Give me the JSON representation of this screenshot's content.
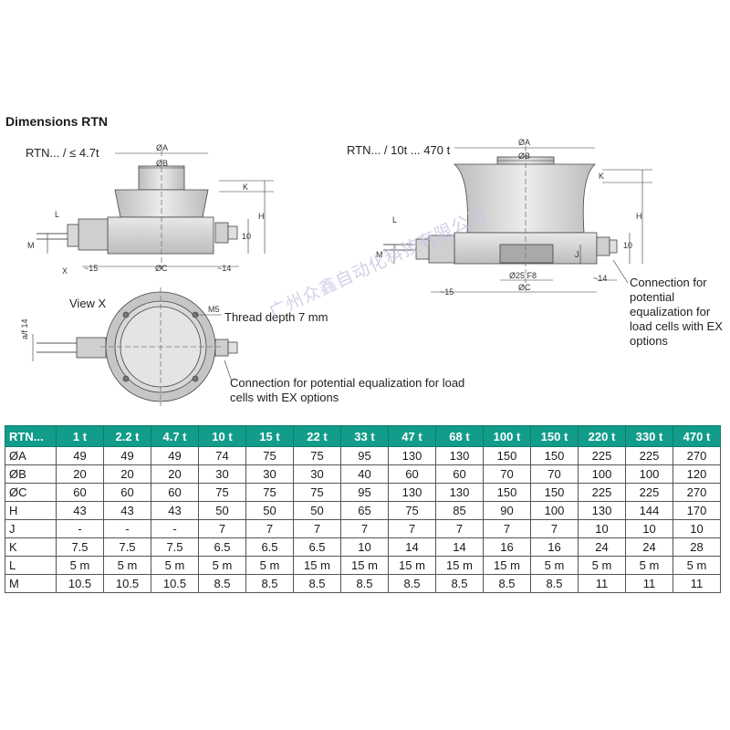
{
  "title": "Dimensions RTN",
  "drawings": {
    "left_label": "RTN... / ≤ 4.7t",
    "right_label": "RTN... / 10t ... 470 t",
    "view_x": "View X",
    "m5": "M5",
    "thread_depth": "Thread depth 7 mm",
    "connection_note_bottom": "Connection for potential equalization for load cells with EX options",
    "connection_note_right": "Connection for potential equalization for load cells with EX options",
    "dims": {
      "a": "ØA",
      "b": "ØB",
      "c": "ØC",
      "k": "K",
      "h": "H",
      "l": "L",
      "m": "M",
      "x": "X",
      "ten": "10",
      "approx15": "~15",
      "approx14": "~14",
      "af14": "a/f 14",
      "j": "J",
      "d25": "Ø25 F8"
    }
  },
  "watermark": "广州众鑫自动化科技有限公司",
  "table": {
    "headers": [
      "RTN...",
      "1 t",
      "2.2 t",
      "4.7 t",
      "10 t",
      "15 t",
      "22 t",
      "33 t",
      "47 t",
      "68 t",
      "100 t",
      "150 t",
      "220 t",
      "330 t",
      "470 t"
    ],
    "rows": [
      [
        "ØA",
        "49",
        "49",
        "49",
        "74",
        "75",
        "75",
        "95",
        "130",
        "130",
        "150",
        "150",
        "225",
        "225",
        "270"
      ],
      [
        "ØB",
        "20",
        "20",
        "20",
        "30",
        "30",
        "30",
        "40",
        "60",
        "60",
        "70",
        "70",
        "100",
        "100",
        "120"
      ],
      [
        "ØC",
        "60",
        "60",
        "60",
        "75",
        "75",
        "75",
        "95",
        "130",
        "130",
        "150",
        "150",
        "225",
        "225",
        "270"
      ],
      [
        "H",
        "43",
        "43",
        "43",
        "50",
        "50",
        "50",
        "65",
        "75",
        "85",
        "90",
        "100",
        "130",
        "144",
        "170"
      ],
      [
        "J",
        "-",
        "-",
        "-",
        "7",
        "7",
        "7",
        "7",
        "7",
        "7",
        "7",
        "7",
        "10",
        "10",
        "10"
      ],
      [
        "K",
        "7.5",
        "7.5",
        "7.5",
        "6.5",
        "6.5",
        "6.5",
        "10",
        "14",
        "14",
        "16",
        "16",
        "24",
        "24",
        "28"
      ],
      [
        "L",
        "5 m",
        "5 m",
        "5 m",
        "5 m",
        "5 m",
        "15 m",
        "15 m",
        "15 m",
        "15 m",
        "15 m",
        "5 m",
        "5 m",
        "5 m",
        "5 m"
      ],
      [
        "M",
        "10.5",
        "10.5",
        "10.5",
        "8.5",
        "8.5",
        "8.5",
        "8.5",
        "8.5",
        "8.5",
        "8.5",
        "8.5",
        "11",
        "11",
        "11"
      ]
    ]
  },
  "colors": {
    "header_bg": "#129c8a",
    "header_text": "#ffffff",
    "watermark": "#c9c4e6"
  }
}
